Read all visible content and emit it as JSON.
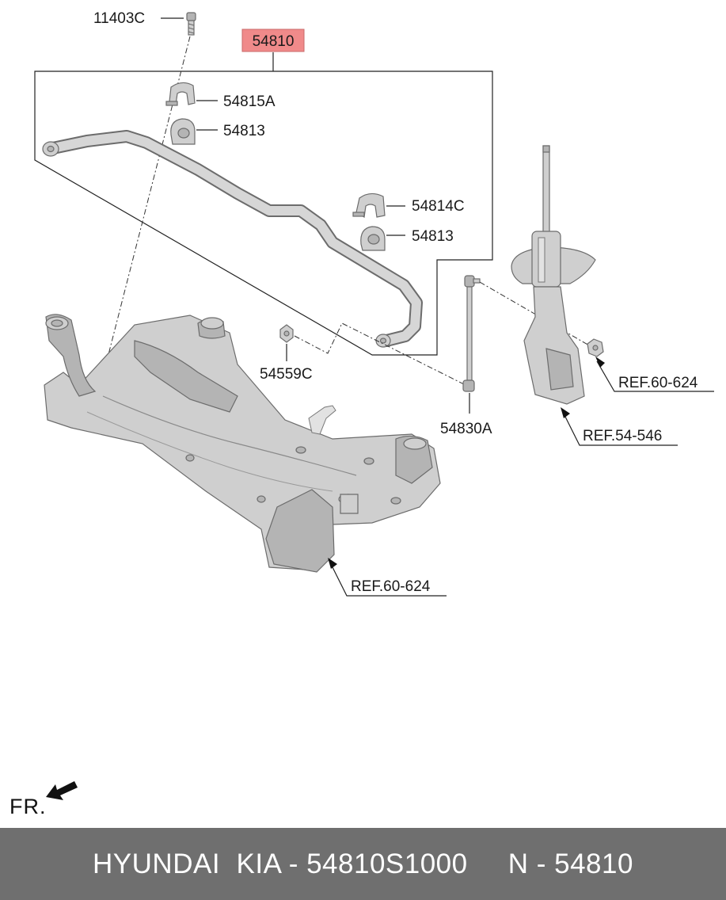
{
  "callouts": {
    "assembly": "54810",
    "bolt": "11403C",
    "bracket_front": "54815A",
    "bushing_front": "54813",
    "bracket_rear": "54814C",
    "bushing_rear": "54813",
    "nut": "54559C",
    "link": "54830A"
  },
  "references": {
    "strut_nut": "REF.60-624",
    "strut": "REF.54-546",
    "subframe": "REF.60-624"
  },
  "orientation": {
    "label": "FR."
  },
  "footer": {
    "brand": "HYUNDAI  KIA",
    "part_number": "54810S1000",
    "group": "54810",
    "text": "HYUNDAI  KIA - 54810S1000     N - 54810"
  },
  "colors": {
    "highlight": "#f08a8a",
    "footer_bg": "#6f6f6f",
    "part_fill": "#cfcfcf"
  }
}
